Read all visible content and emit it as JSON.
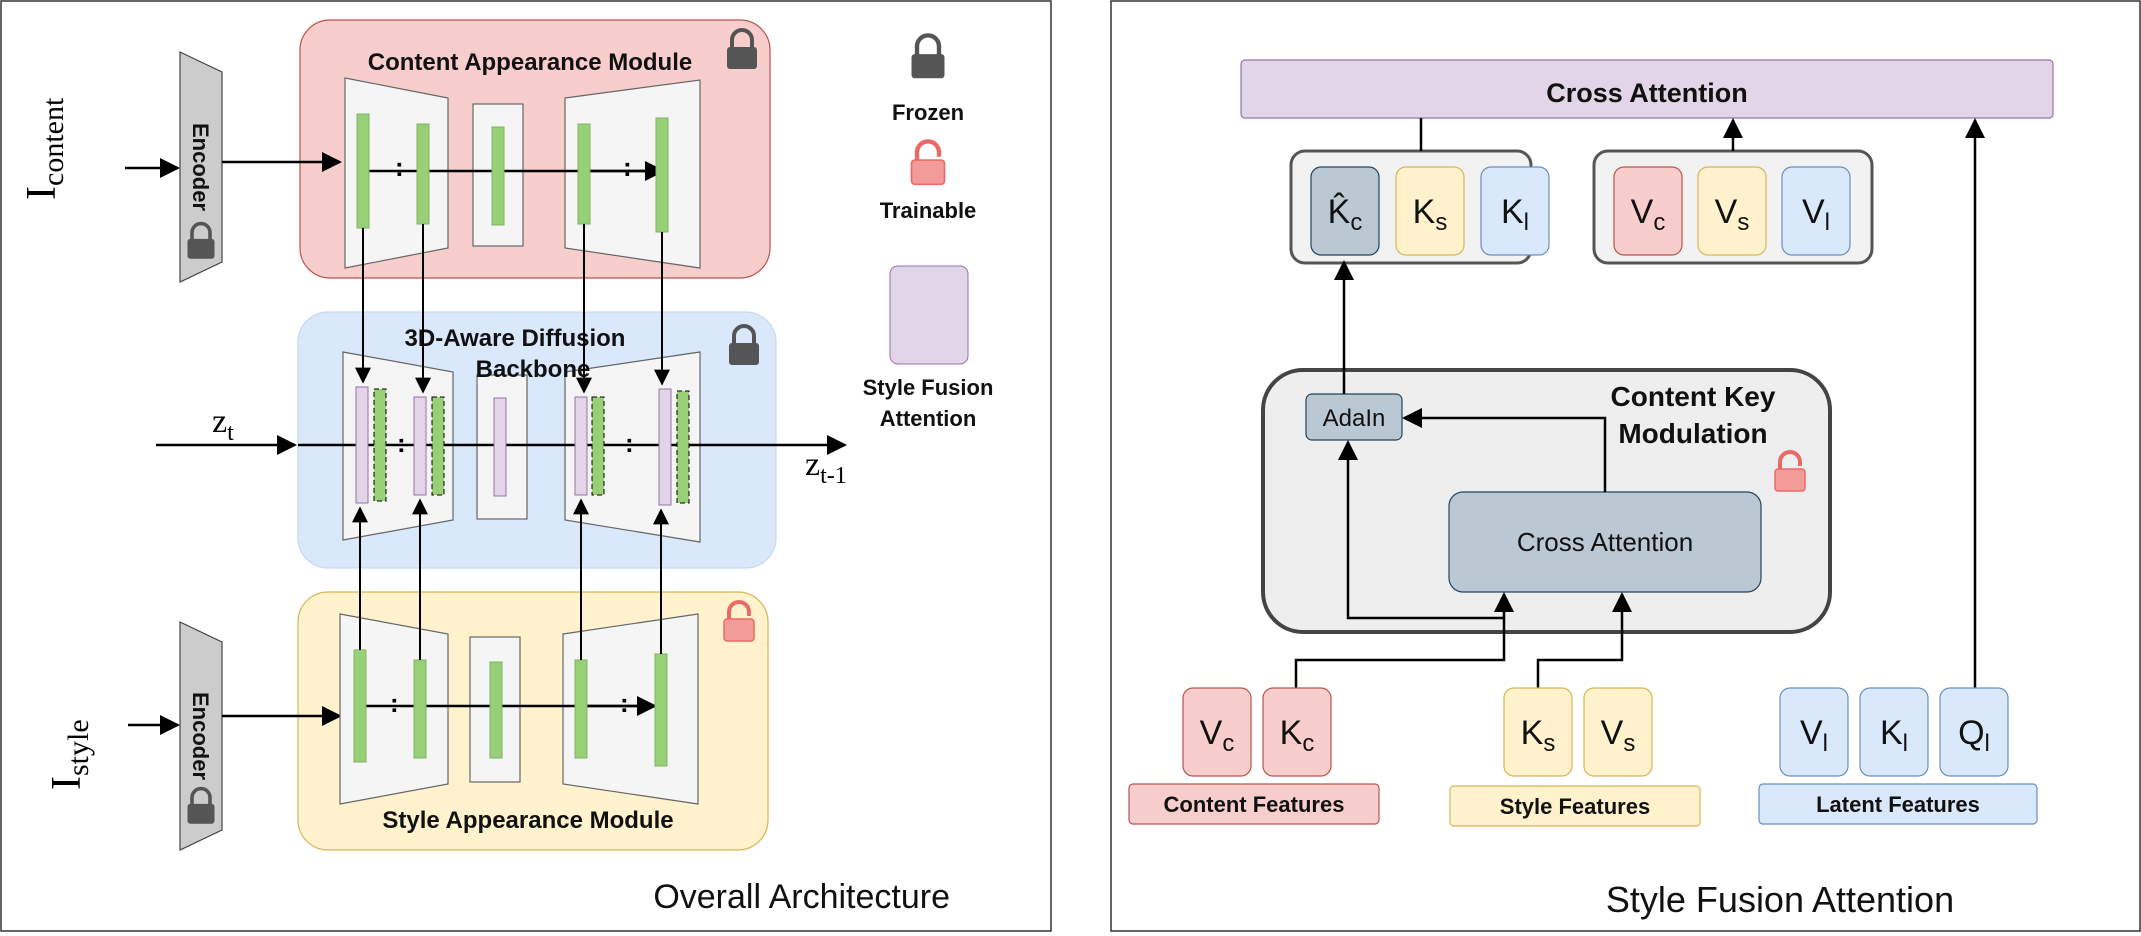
{
  "left_panel": {
    "caption": "Overall Architecture",
    "content_input": {
      "base": "I",
      "sub": "content"
    },
    "style_input": {
      "base": "I",
      "sub": "style"
    },
    "encoder_top_label": "Encoder",
    "encoder_bottom_label": "Encoder",
    "content_module_title": "Content Appearance Module",
    "backbone_title_line1": "3D-Aware Diffusion",
    "backbone_title_line2": "Backbone",
    "style_module_title": "Style Appearance Module",
    "zt": {
      "base": "z",
      "sub": "t"
    },
    "zt1": {
      "base": "z",
      "sub": "t-1"
    },
    "ellipsis": ":",
    "legend": {
      "frozen": "Frozen",
      "trainable": "Trainable",
      "sfa_line1": "Style Fusion",
      "sfa_line2": "Attention"
    }
  },
  "right_panel": {
    "caption": "Style Fusion Attention",
    "top_cross_attention": "Cross Attention",
    "key_group": [
      {
        "base": "K̂",
        "sub": "c"
      },
      {
        "base": "K",
        "sub": "s"
      },
      {
        "base": "K",
        "sub": "l"
      }
    ],
    "value_group": [
      {
        "base": "V",
        "sub": "c"
      },
      {
        "base": "V",
        "sub": "s"
      },
      {
        "base": "V",
        "sub": "l"
      }
    ],
    "ckm_title_line1": "Content Key",
    "ckm_title_line2": "Modulation",
    "adain": "AdaIn",
    "inner_cross_attention": "Cross Attention",
    "content_features": {
      "label": "Content Features",
      "tokens": [
        {
          "base": "V",
          "sub": "c"
        },
        {
          "base": "K",
          "sub": "c"
        }
      ]
    },
    "style_features": {
      "label": "Style Features",
      "tokens": [
        {
          "base": "K",
          "sub": "s"
        },
        {
          "base": "V",
          "sub": "s"
        }
      ]
    },
    "latent_features": {
      "label": "Latent Features",
      "tokens": [
        {
          "base": "V",
          "sub": "l"
        },
        {
          "base": "K",
          "sub": "l"
        },
        {
          "base": "Q",
          "sub": "l"
        }
      ]
    }
  },
  "colors": {
    "content_bg": "#f8cecc",
    "content_border": "#b85450",
    "backbone_bg": "#dae8fc",
    "style_bg": "#fff2cc",
    "style_border": "#d6b656",
    "sfa_purple": "#e1d5e7",
    "green_bar": "#97d077",
    "lock_frozen": "#555555",
    "lock_trainable": "#ea6b66",
    "slate": "#bac8d3"
  }
}
